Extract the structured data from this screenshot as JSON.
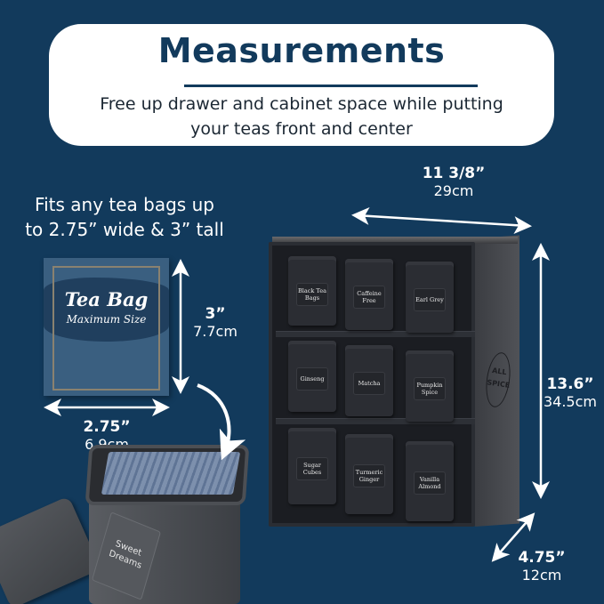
{
  "header": {
    "title": "Measurements",
    "subtitle_line1": "Free up drawer and cabinet space while putting",
    "subtitle_line2": "your teas front and center"
  },
  "colors": {
    "background": "#123a5c",
    "card": "#ffffff",
    "title": "#123a5c"
  },
  "fits_note": {
    "line1": "Fits any tea bags up",
    "line2": "to 2.75” wide & 3” tall"
  },
  "teabag_card": {
    "title": "Tea Bag",
    "subtitle": "Maximum Size"
  },
  "dimensions": {
    "teabag_height": {
      "imperial": "3”",
      "metric": "7.7cm"
    },
    "teabag_width": {
      "imperial": "2.75”",
      "metric": "6.9cm"
    },
    "shelf_width": {
      "imperial": "11 3/8”",
      "metric": "29cm"
    },
    "shelf_height": {
      "imperial": "13.6”",
      "metric": "34.5cm"
    },
    "shelf_depth": {
      "imperial": "4.75”",
      "metric": "12cm"
    }
  },
  "shelf": {
    "brand_logo_line1": "ALL",
    "brand_logo_line2": "SPICE",
    "canisters": [
      {
        "label": "Black Tea Bags"
      },
      {
        "label": "Caffeine Free"
      },
      {
        "label": "Earl Grey"
      },
      {
        "label": "Ginseng"
      },
      {
        "label": "Matcha"
      },
      {
        "label": "Pumpkin Spice"
      },
      {
        "label": "Sugar Cubes"
      },
      {
        "label": "Turmeric Ginger"
      },
      {
        "label": "Vanilla Almond"
      }
    ]
  },
  "tin": {
    "label_line1": "Sweet",
    "label_line2": "Dreams"
  }
}
